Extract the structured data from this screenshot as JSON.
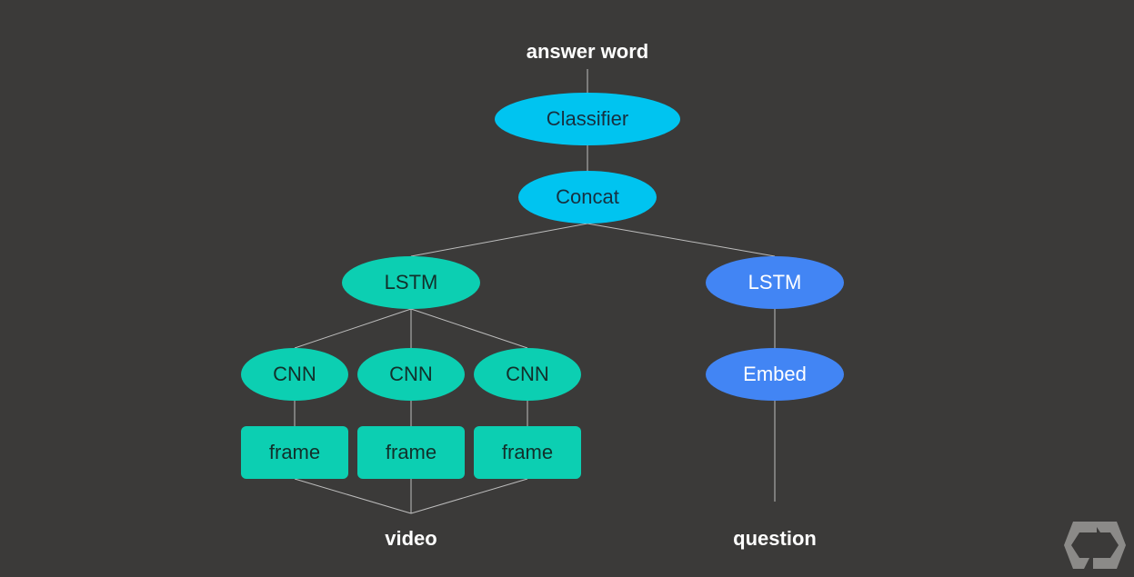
{
  "labels": {
    "answer": "answer word",
    "video": "video",
    "question": "question"
  },
  "nodes": {
    "classifier": "Classifier",
    "concat": "Concat",
    "lstm_video": "LSTM",
    "lstm_question": "LSTM",
    "cnn_1": "CNN",
    "cnn_2": "CNN",
    "cnn_3": "CNN",
    "frame_1": "frame",
    "frame_2": "frame",
    "frame_3": "frame",
    "embed": "Embed"
  },
  "colors": {
    "background": "#3b3a39",
    "cyan": "#00c4f0",
    "teal": "#0ccfb2",
    "blue": "#4285f4",
    "edge": "#bdbdbd"
  },
  "icons": {
    "logo": "udacity-logo-icon"
  }
}
